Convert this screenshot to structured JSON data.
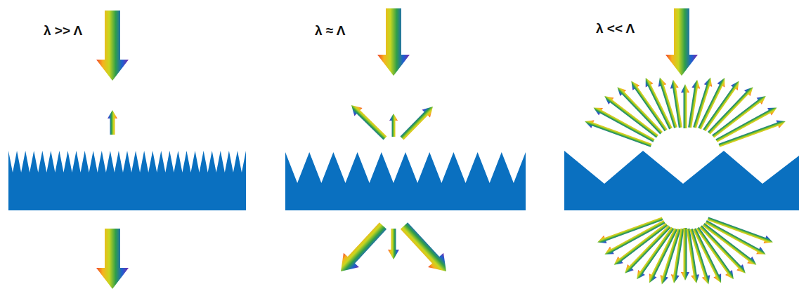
{
  "diagram": {
    "labels": [
      "λ >> Λ",
      "λ ≈ Λ",
      "λ << Λ"
    ]
  }
}
